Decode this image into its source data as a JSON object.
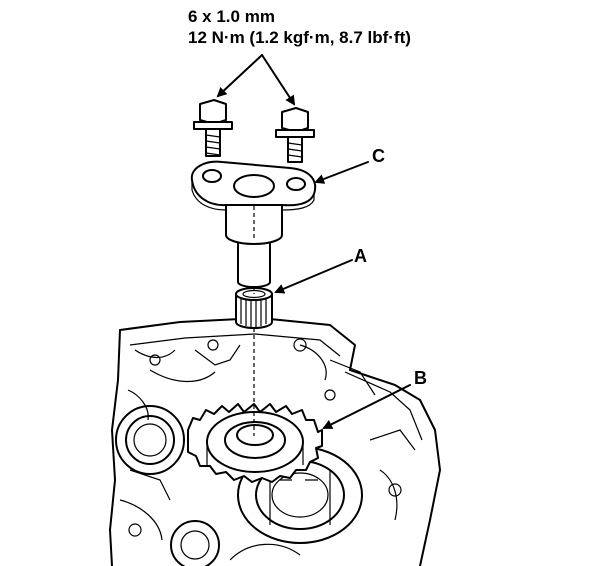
{
  "spec": {
    "line1": "6 x 1.0 mm",
    "line2": "12 N·m (1.2 kgf·m, 8.7 lbf·ft)"
  },
  "callouts": {
    "a": "A",
    "b": "B",
    "c": "C"
  }
}
